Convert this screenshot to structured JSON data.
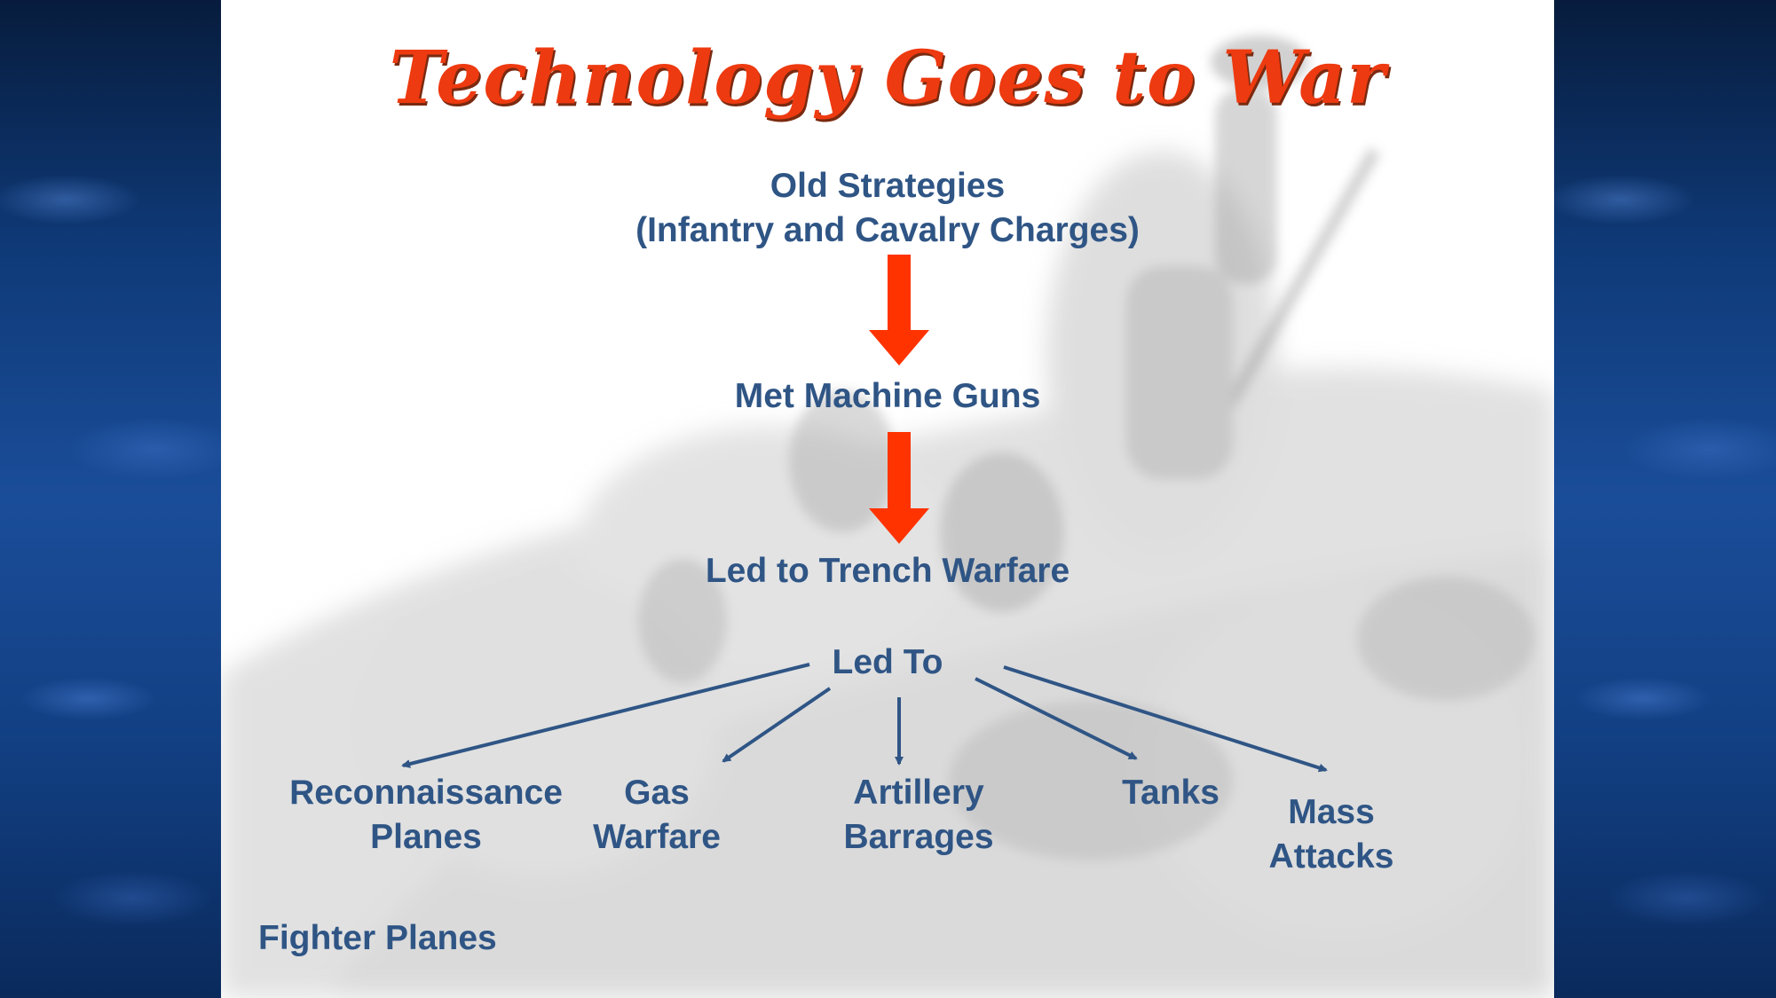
{
  "slide": {
    "title": "Technology Goes to War",
    "nodes": {
      "old_strategies": [
        "Old Strategies",
        "(Infantry and Cavalry Charges)"
      ],
      "machine_guns": "Met Machine Guns",
      "trench_warfare": "Led to Trench Warfare",
      "led_to": "Led To",
      "recon_planes": [
        "Reconnaissance",
        "Planes"
      ],
      "gas_warfare": [
        "Gas",
        "Warfare"
      ],
      "artillery": [
        "Artillery",
        "Barrages"
      ],
      "tanks": "Tanks",
      "mass_attacks": [
        "Mass",
        "Attacks"
      ],
      "fighter_planes": "Fighter Planes"
    }
  },
  "colors": {
    "title": "#ee3a10",
    "text": "#2f5585",
    "big_arrow": "#ff3300",
    "small_arrow": "#2f5585",
    "side_panel": "#123f82"
  }
}
